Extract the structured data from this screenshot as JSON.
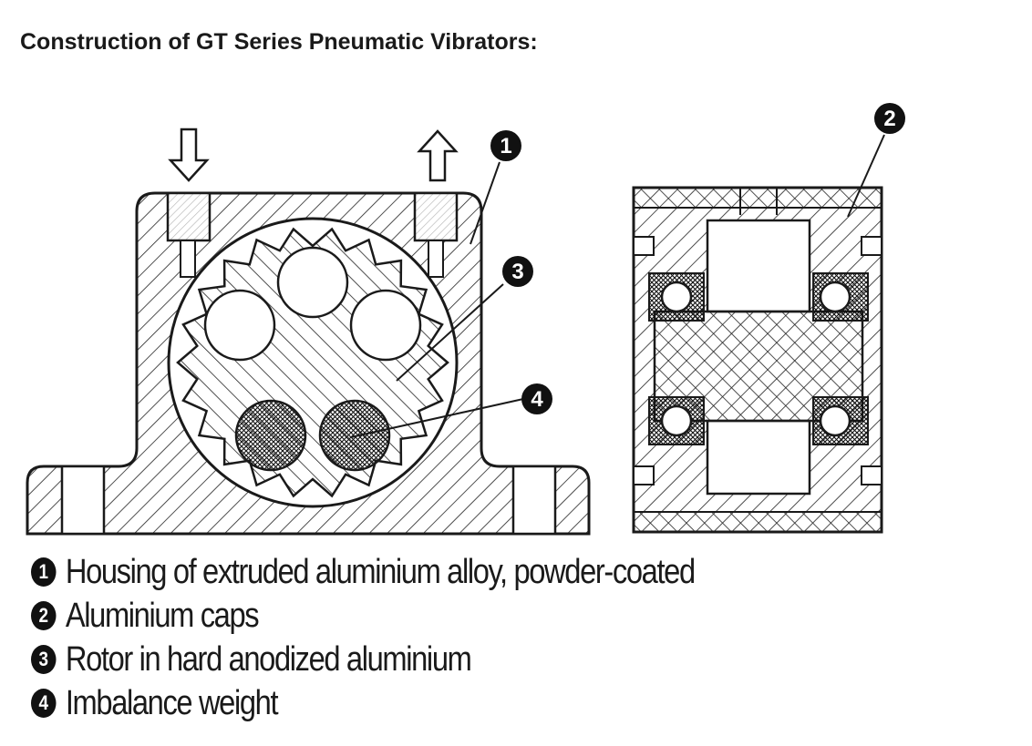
{
  "title": "Construction of GT Series Pneumatic Vibrators:",
  "callouts": [
    "1",
    "2",
    "3",
    "4"
  ],
  "legend": [
    {
      "number": "1",
      "text": "Housing of extruded aluminium alloy, powder-coated"
    },
    {
      "number": "2",
      "text": "Aluminium caps"
    },
    {
      "number": "3",
      "text": "Rotor in hard anodized aluminium"
    },
    {
      "number": "4",
      "text": "Imbalance weight"
    }
  ],
  "colors": {
    "ink": "#1a1a1a",
    "hatch": "#222222",
    "background": "#ffffff"
  }
}
